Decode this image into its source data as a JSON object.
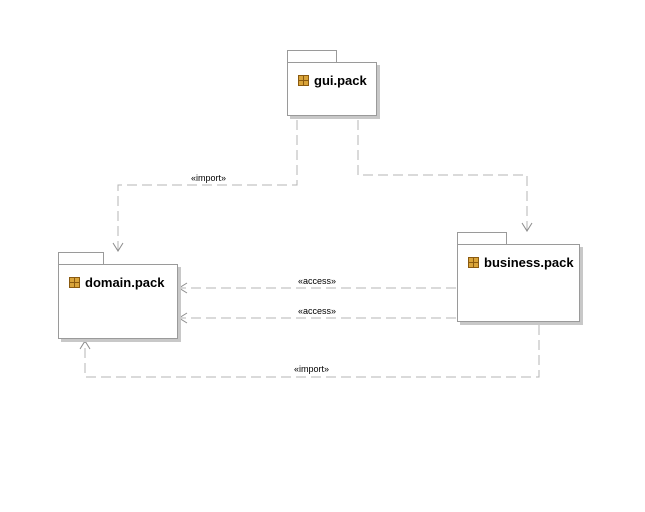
{
  "packages": {
    "gui": {
      "name": "gui.pack",
      "icon": "package-icon"
    },
    "domain": {
      "name": "domain.pack",
      "icon": "package-icon"
    },
    "business": {
      "name": "business.pack",
      "icon": "package-icon"
    }
  },
  "dependencies": [
    {
      "from": "gui.pack",
      "to": "domain.pack",
      "stereotype": "«import»"
    },
    {
      "from": "gui.pack",
      "to": "business.pack",
      "stereotype": ""
    },
    {
      "from": "business.pack",
      "to": "domain.pack",
      "stereotype": "«access»"
    },
    {
      "from": "business.pack",
      "to": "domain.pack",
      "stereotype": "«access»"
    },
    {
      "from": "business.pack",
      "to": "domain.pack",
      "stereotype": "«import»"
    }
  ],
  "colors": {
    "line": "#b4b4b4",
    "border": "#9a9a9a",
    "shadow": "#c8c8c8",
    "icon": "#d9a43a"
  }
}
